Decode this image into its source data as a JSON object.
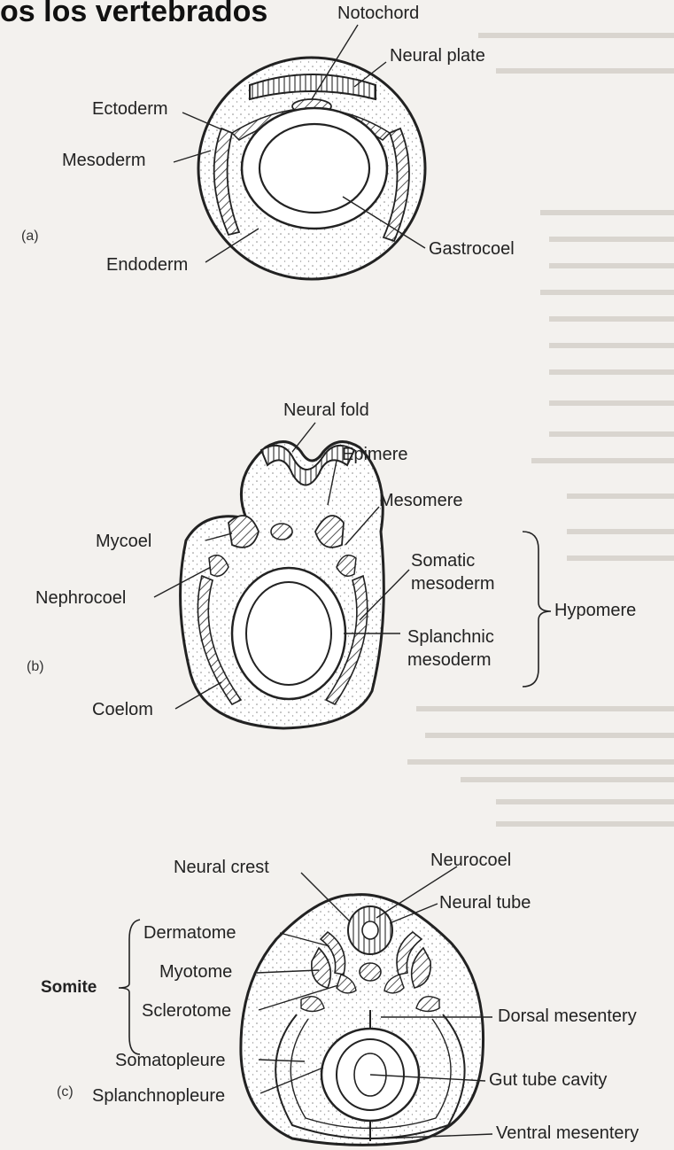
{
  "title": "os los vertebrados",
  "panels": {
    "a": {
      "tag": "(a)",
      "labels": {
        "notochord": "Notochord",
        "neural_plate": "Neural plate",
        "ectoderm": "Ectoderm",
        "mesoderm": "Mesoderm",
        "endoderm": "Endoderm",
        "gastrocoel": "Gastrocoel"
      }
    },
    "b": {
      "tag": "(b)",
      "labels": {
        "neural_fold": "Neural fold",
        "epimere": "Epimere",
        "mesomere": "Mesomere",
        "mycoel": "Mycoel",
        "nephrocoel": "Nephrocoel",
        "somatic_mesoderm_1": "Somatic",
        "somatic_mesoderm_2": "mesoderm",
        "hypomere": "Hypomere",
        "splanchnic_mesoderm_1": "Splanchnic",
        "splanchnic_mesoderm_2": "mesoderm",
        "coelom": "Coelom"
      }
    },
    "c": {
      "tag": "(c)",
      "labels": {
        "neural_crest": "Neural crest",
        "neurocoel": "Neurocoel",
        "neural_tube": "Neural tube",
        "somite": "Somite",
        "dermatome": "Dermatome",
        "myotome": "Myotome",
        "sclerotome": "Sclerotome",
        "dorsal_mesentery": "Dorsal mesentery",
        "somatopleure": "Somatopleure",
        "gut_tube_cavity": "Gut tube cavity",
        "splanchnopleure": "Splanchnopleure",
        "ventral_mesentery": "Ventral mesentery"
      }
    }
  },
  "colors": {
    "paper": "#f3f1ee",
    "ink": "#222222",
    "hatch": "#555555",
    "stipple": "#8a8a8a"
  }
}
